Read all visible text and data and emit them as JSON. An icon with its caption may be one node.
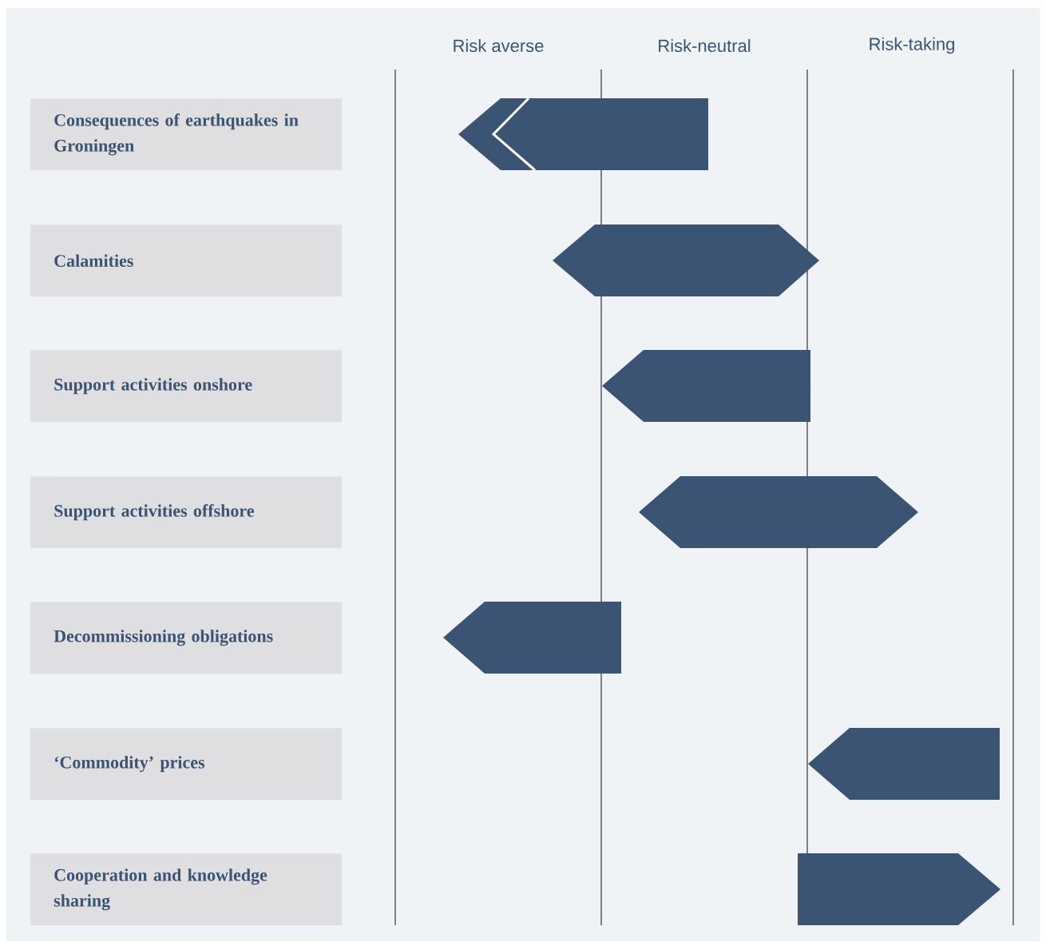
{
  "diagram": {
    "nodes": [
      {
        "text": [
          "Consequences of earthquakes in Groningen"
        ]
      },
      {
        "text": [
          "Calamities"
        ]
      },
      {
        "text": [
          "Support activities onshore"
        ]
      },
      {
        "text": [
          "Support activities offshore"
        ]
      },
      {
        "text": [
          "Decommissioning obligations"
        ]
      },
      {
        "text": [
          "‘Commodity’ prices"
        ]
      },
      {
        "text": [
          "Cooperation and knowledge sharing"
        ]
      },
      {
        "text": [],
        "shape": "arrow"
      },
      {
        "text": [],
        "shape": "arrow"
      },
      {
        "text": [],
        "shape": "arrow"
      },
      {
        "text": [],
        "shape": "arrow"
      },
      {
        "text": [],
        "shape": "arrow"
      },
      {
        "text": [],
        "shape": "arrow"
      },
      {
        "text": [],
        "shape": "arrow"
      }
    ],
    "labels": [
      "Risk averse",
      "Risk-neutral",
      "Risk-taking"
    ]
  }
}
